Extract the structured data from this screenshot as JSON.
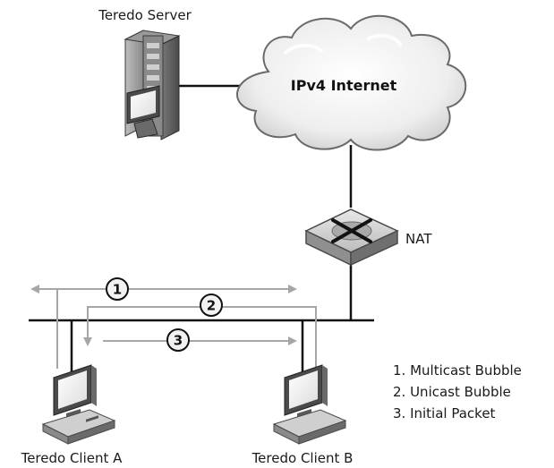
{
  "labels": {
    "server": "Teredo Server",
    "internet": "IPv4 Internet",
    "nat": "NAT",
    "client_a": "Teredo Client A",
    "client_b": "Teredo Client B"
  },
  "steps": [
    {
      "number": "1",
      "text": "1. Multicast Bubble"
    },
    {
      "number": "2",
      "text": "2. Unicast Bubble"
    },
    {
      "number": "3",
      "text": "3. Initial Packet"
    }
  ],
  "icons": {
    "server": "server-tower-icon",
    "cloud": "cloud-icon",
    "nat": "nat-router-icon",
    "client": "desktop-computer-icon"
  },
  "colors": {
    "link": "#111111",
    "arrow": "#a6a6a6",
    "device_dark": "#5a5a5a",
    "device_light": "#d0d0d0"
  }
}
